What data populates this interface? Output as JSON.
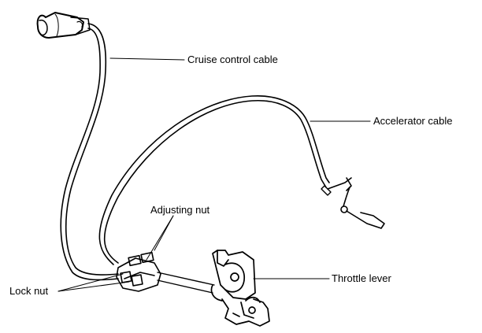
{
  "labels": {
    "cruise_control_cable": "Cruise control cable",
    "accelerator_cable": "Accelerator cable",
    "adjusting_nut": "Adjusting nut",
    "throttle_lever": "Throttle lever",
    "lock_nut": "Lock nut"
  },
  "colors": {
    "line": "#000000",
    "background": "#ffffff"
  }
}
